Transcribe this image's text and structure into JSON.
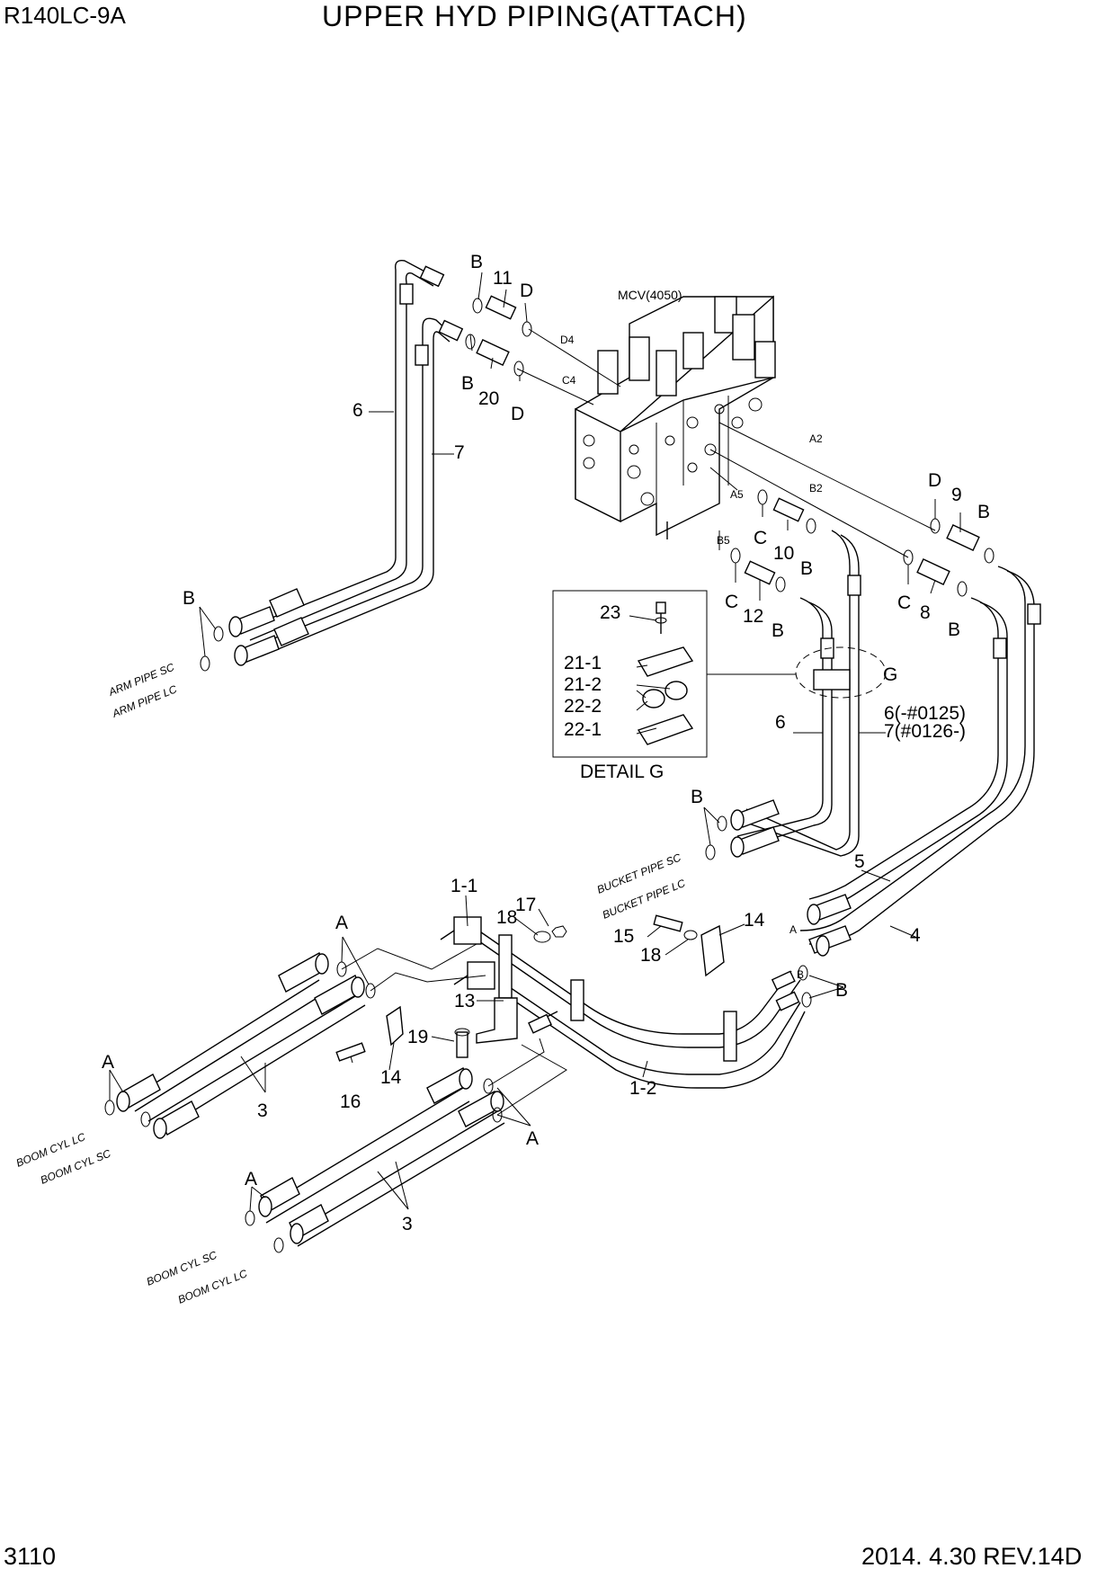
{
  "header": {
    "model": "R140LC-9A",
    "title": "UPPER HYD PIPING(ATTACH)"
  },
  "footer": {
    "page_number": "3110",
    "revision": "2014. 4.30  REV.14D"
  },
  "mcv_label": "MCV(4050)",
  "detail_title": "DETAIL G",
  "port_labels": {
    "d4": "D4",
    "c4": "C4",
    "a2": "A2",
    "b2": "B2",
    "a5": "A5",
    "b5": "B5",
    "a_small": "A",
    "b_small": "B"
  },
  "callouts": {
    "p1_1": "1-1",
    "p1_2": "1-2",
    "p3a": "3",
    "p3b": "3",
    "p4": "4",
    "p5": "5",
    "p6_top": "6",
    "p6_mid": "6",
    "p6_note": "6(-#0125)",
    "p7_top": "7",
    "p7_note": "7(#0126-)",
    "p8": "8",
    "p9": "9",
    "p10": "10",
    "p11": "11",
    "p12": "12",
    "p13": "13",
    "p14a": "14",
    "p14b": "14",
    "p15": "15",
    "p16": "16",
    "p17": "17",
    "p18a": "18",
    "p18b": "18",
    "p19": "19",
    "p20": "20",
    "p21_1": "21-1",
    "p21_2": "21-2",
    "p22_1": "22-1",
    "p22_2": "22-2",
    "p23": "23",
    "g": "G",
    "b1": "B",
    "b2": "B",
    "b3": "B",
    "b4": "B",
    "b5": "B",
    "b6": "B",
    "b7": "B",
    "b8": "B",
    "b9": "B",
    "b10": "B",
    "c1": "C",
    "c2": "C",
    "c3": "C",
    "d1": "D",
    "d2": "D",
    "d3": "D",
    "a1": "A",
    "a2": "A",
    "a3": "A",
    "a4": "A"
  },
  "pipe_labels": {
    "arm_sc": "ARM PIPE SC",
    "arm_lc": "ARM PIPE LC",
    "bucket_sc": "BUCKET PIPE SC",
    "bucket_lc": "BUCKET PIPE LC",
    "boom_lc_1": "BOOM CYL LC",
    "boom_sc_1": "BOOM CYL SC",
    "boom_sc_2": "BOOM CYL SC",
    "boom_lc_2": "BOOM CYL LC"
  }
}
